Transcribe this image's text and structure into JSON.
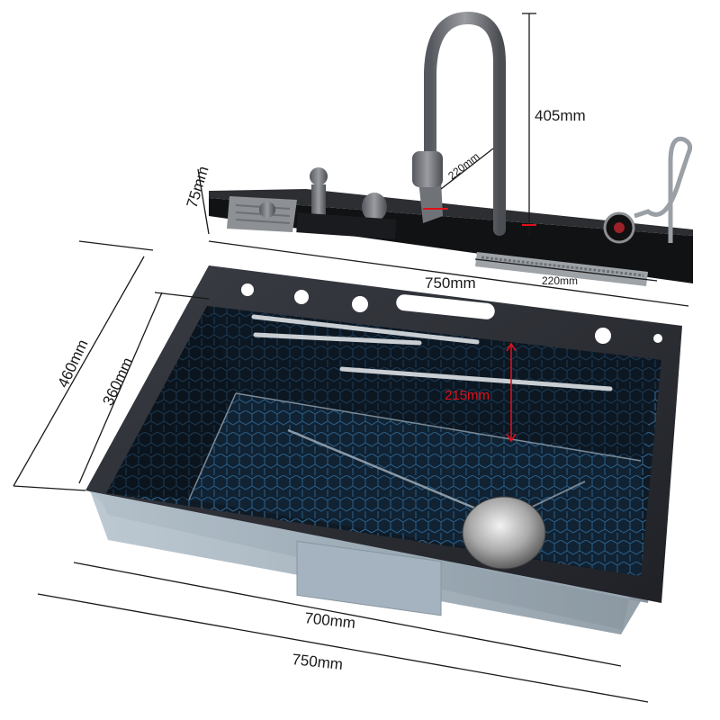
{
  "dimensions": {
    "shelf_height": "75mm",
    "faucet_height": "405mm",
    "faucet_reach": "220mm",
    "waterfall_width": "220mm",
    "shelf_width": "750mm",
    "overall_depth": "460mm",
    "inner_depth": "360mm",
    "bowl_depth": "215mm",
    "inner_width": "700mm",
    "overall_width": "750mm"
  },
  "colors": {
    "accent_red": "#e0101a",
    "steel_dark": "#2a2d33",
    "basin_blue": "#1d6aa0",
    "outer_skin": "#a9b8c4"
  }
}
